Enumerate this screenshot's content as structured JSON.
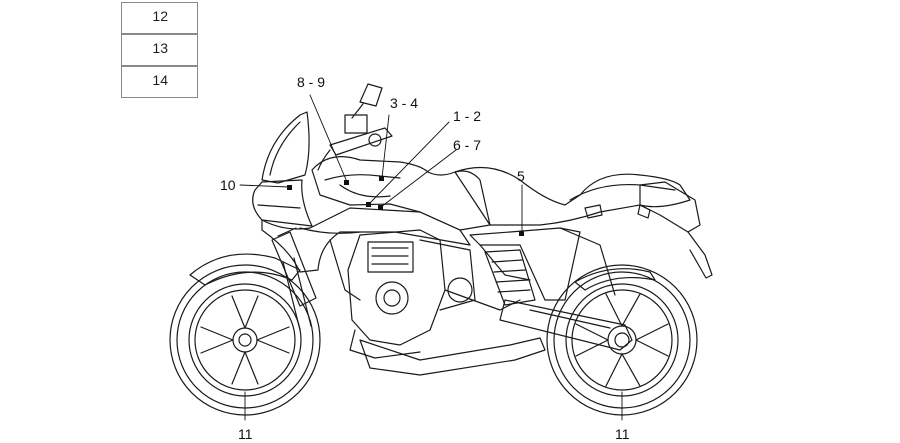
{
  "legend_boxes": [
    {
      "label": "12"
    },
    {
      "label": "13"
    },
    {
      "label": "14"
    }
  ],
  "callouts": [
    {
      "label": "8 - 9"
    },
    {
      "label": "3 - 4"
    },
    {
      "label": "1 - 2"
    },
    {
      "label": "6 - 7"
    },
    {
      "label": "5"
    },
    {
      "label": "10"
    },
    {
      "label": "11"
    },
    {
      "label": "11"
    }
  ],
  "colors": {
    "line": "#1a1a1a",
    "light_line": "#9a9a9a",
    "background": "#ffffff"
  }
}
